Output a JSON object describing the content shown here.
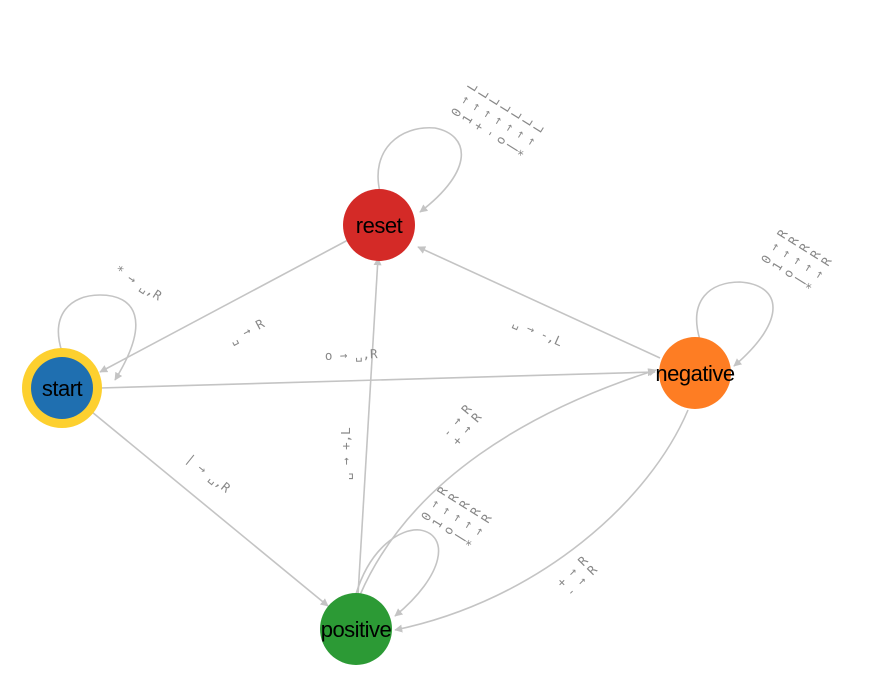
{
  "nodes": {
    "start": {
      "label": "start",
      "color": "#1f6fb0",
      "ring": "#fdd02f"
    },
    "reset": {
      "label": "reset",
      "color": "#d42a27"
    },
    "negative": {
      "label": "negative",
      "color": "#fe7d23"
    },
    "positive": {
      "label": "positive",
      "color": "#2c9a35"
    }
  },
  "edge_labels": {
    "start_self": [
      "* → ␣,R"
    ],
    "reset_start": [
      "␣ → R"
    ],
    "start_negative": [
      "o → ␣,R"
    ],
    "start_positive": [
      "| → ␣,R"
    ],
    "negative_reset": [
      "␣ → -,L"
    ],
    "positive_reset": [
      "␣ → +,L"
    ],
    "reset_self": [
      "* → L",
      "| → L",
      "o → L",
      "- → L",
      "+ → L",
      "1 → L",
      "0 → L"
    ],
    "negative_self": [
      "* → R",
      "| → R",
      "o → R",
      "1 → R",
      "0 → R"
    ],
    "positive_negative": [
      "- → R",
      "+ → R"
    ],
    "positive_self": [
      "* → R",
      "| → R",
      "o → R",
      "1 → R",
      "0 → R"
    ],
    "negative_positive": [
      "+ → R",
      "- → R"
    ]
  },
  "colors": {
    "edge": "#c4c4c4",
    "edge_label": "#888888"
  }
}
